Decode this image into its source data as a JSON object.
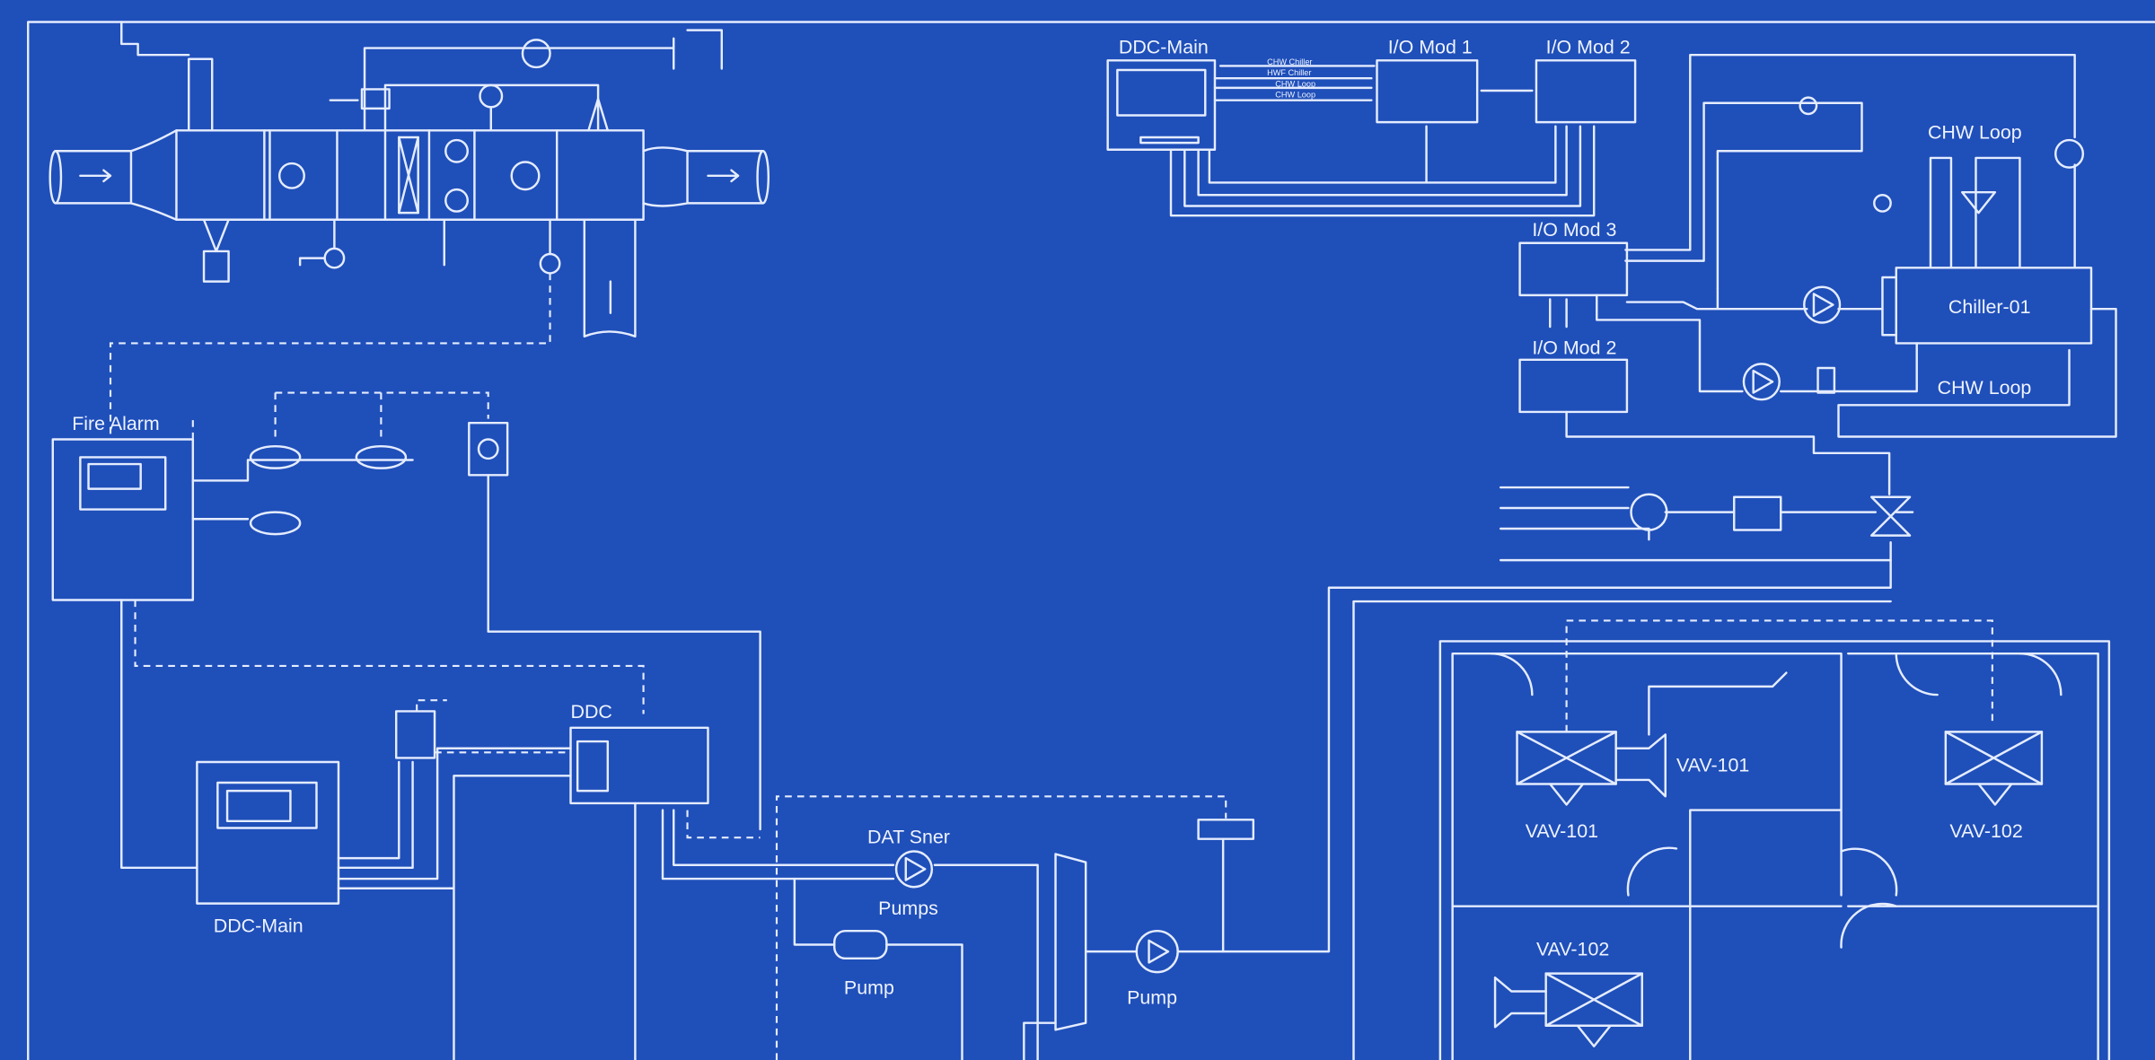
{
  "labels": {
    "ddc_main_top": "DDC-Main",
    "io_mod_1": "I/O Mod 1",
    "io_mod_2_top": "I/O Mod 2",
    "chw_loop_top": "CHW Loop",
    "io_mod_3": "I/O Mod 3",
    "io_mod_2_mid": "I/O Mod 2",
    "chiller": "Chiller-01",
    "chw_loop_bottom": "CHW Loop",
    "fire_alarm": "Fire Alarm",
    "ddc": "DDC",
    "ddc_main_bottom": "DDC-Main",
    "dat_sensor": "DAT Sner",
    "pumps": "Pumps",
    "pump_left": "Pump",
    "pump_right": "Pump",
    "vav_101_a": "VAV-101",
    "vav_101_b": "VAV-101",
    "vav_102_a": "VAV-102",
    "vav_102_b": "VAV-102"
  },
  "signal_lines": [
    "CHW Chiller",
    "HWF Chiller",
    "CHW Loop",
    "CHW Loop"
  ],
  "colors": {
    "background": "#1f4fb9",
    "line": "#e4ecff"
  }
}
